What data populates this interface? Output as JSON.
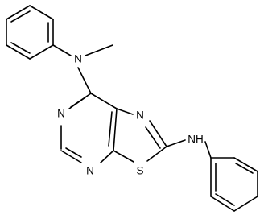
{
  "atoms": {
    "n_methyl_amine": "N",
    "pyrimidine_n_upper": "N",
    "pyrimidine_n_lower": "N",
    "thiazole_n": "N",
    "thiazole_s": "S",
    "anilino_nh": "NH"
  }
}
